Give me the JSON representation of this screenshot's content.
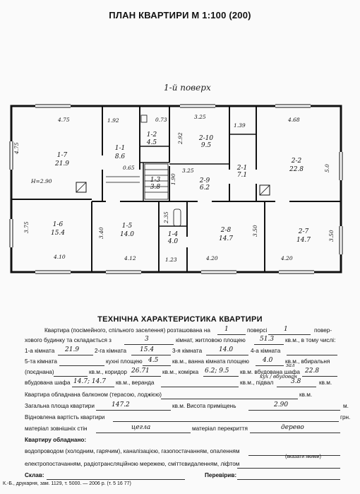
{
  "title": "ПЛАН КВАРТИРИ М 1:100 (200)",
  "floor_label": "1-й поверх",
  "rooms": [
    {
      "id": "r1-7",
      "num": "1-7",
      "area": "21.9"
    },
    {
      "id": "r1-1",
      "num": "1-1",
      "area": "8.6"
    },
    {
      "id": "r1-2",
      "num": "1-2",
      "area": "4.5"
    },
    {
      "id": "r1-3",
      "num": "1-3",
      "area": "3.8"
    },
    {
      "id": "r2-10",
      "num": "2-10",
      "area": "9.5"
    },
    {
      "id": "r2-9",
      "num": "2-9",
      "area": "6.2"
    },
    {
      "id": "r2-1",
      "num": "2-1",
      "area": "7.1"
    },
    {
      "id": "r2-2",
      "num": "2-2",
      "area": "22.8"
    },
    {
      "id": "r1-6",
      "num": "1-6",
      "area": "15.4"
    },
    {
      "id": "r1-5",
      "num": "1-5",
      "area": "14.0"
    },
    {
      "id": "r1-4",
      "num": "1-4",
      "area": "4.0"
    },
    {
      "id": "r2-8",
      "num": "2-8",
      "area": "14.7"
    },
    {
      "id": "r2-7",
      "num": "2-7",
      "area": "14.7"
    }
  ],
  "dims": {
    "d475_top": "4.75",
    "d475_side": "4.75",
    "d192": "1.92",
    "d073": "0.73",
    "d325_top": "3.25",
    "d139": "1.39",
    "d468": "4.68",
    "d292": "2.92",
    "d065": "0.65",
    "d325_mid": "3.25",
    "d190": "1.90",
    "d50": "5.0",
    "h290": "H=2.90",
    "d375": "3.75",
    "d340": "3.40",
    "d235": "2.35",
    "d350a": "3.50",
    "d350b": "3.50",
    "d410": "4.10",
    "d412": "4.12",
    "d123": "1.23",
    "d420a": "4.20",
    "d420b": "4.20"
  },
  "section_title": "ТЕХНІЧНА ХАРАКТЕРИСТИКА КВАРТИРИ",
  "form": {
    "l1a": "Квартира (посімейного, спільного заселення) розташована на",
    "l1b": "поверсі",
    "l1c": "повер-",
    "l1_floor": "1",
    "l1_floors": "1",
    "l2a": "хового будинку та складається з",
    "l2b": "кімнат, житловою площею",
    "l2c": "кв.м., в тому числі:",
    "l2_rooms": "3",
    "l2_area": "51.3",
    "l3a": "1-а кімната",
    "l3b": "2-га кімната",
    "l3c": "3-я кімната",
    "l3d": "4-а кімната",
    "l3_r1": "21.9",
    "l3_r2": "15.4",
    "l3_r3": "14.0",
    "l4a": "5-та кімната",
    "l4b": "кухні площею",
    "l4c": "кв.м., ванна кімната площею",
    "l4d": "кв.м., вбиральня",
    "l4_kitchen": "4.5",
    "l4_bath": "4.0",
    "l5a": "(поєднана)",
    "l5b": "кв.м., коридор",
    "l5c": "кв.м., комірка",
    "l5d": "кв.м. вбудована шафа",
    "l5_corridor": "26.71",
    "l5_storage": "6.2; 9.5",
    "l5_note": "кух / вбудован",
    "l5_closet": "22.8",
    "l6a": "вбудована шафа",
    "l6b": "кв.м., веранда",
    "l6c": "кв.м., підвал",
    "l6d": "кв.м.",
    "l6_closet2": "14.7; 14.7",
    "l6_basement": "3.8",
    "l6_note": "зал",
    "l7a": "Квартира обладнана балконом (терасою, лоджією)",
    "l7b": "кв.м.",
    "l8a": "Загальна площа квартири",
    "l8b": "кв.м. Висота приміщень",
    "l8c": "м.",
    "l8_total": "147.2",
    "l8_height": "2.90",
    "l9a": "Відновлена вартість квартири",
    "l9b": "грн.",
    "l10a": "матеріал зовнішніх стін",
    "l10b": "матеріал перекриття",
    "l10_walls": "цегла",
    "l10_ceiling": "дерево",
    "l11": "Квартиру обладнано:",
    "l12": "водопроводом (холодним, гарячим), каналізацією, газопостачанням, опаленням",
    "l12_note": "(вказати якими)",
    "l13": "електропостачанням, радіотрансляційною мережею, сміттєвидаленням, ліфтом",
    "l14a": "Склав:",
    "l14b": "Перевірив:",
    "footer": "К.-Б., друкарня, зам. 1129, т. 5000. — 2006 р. (т. 5 16 77)"
  }
}
